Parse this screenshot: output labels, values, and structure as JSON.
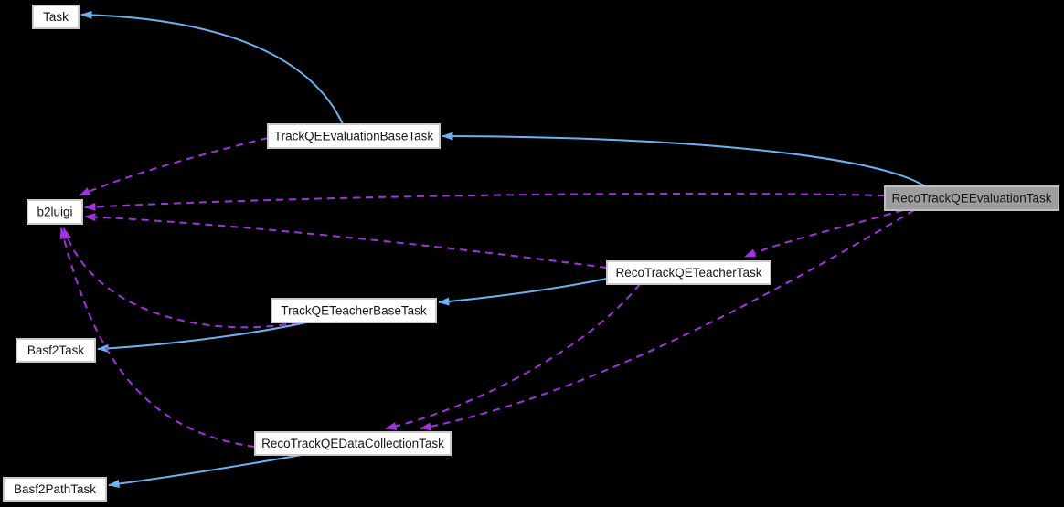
{
  "diagram": {
    "kind": "class-collaboration-graph",
    "background_color": "#000000",
    "colors": {
      "inheritance_edge": "#6cb2f3",
      "usage_edge": "#a033dd",
      "node_fill": "#ffffff",
      "node_border": "#c9c9c9",
      "highlighted_node_fill": "#9e9e9e",
      "node_text": "#161616"
    },
    "nodes": [
      {
        "id": "task",
        "label": "Task",
        "highlighted": false
      },
      {
        "id": "track-qe-evaluation-base-task",
        "label": "TrackQEEvaluationBaseTask",
        "highlighted": false
      },
      {
        "id": "b2luigi",
        "label": "b2luigi",
        "highlighted": false
      },
      {
        "id": "reco-track-qe-evaluation-task",
        "label": "RecoTrackQEEvaluationTask",
        "highlighted": true
      },
      {
        "id": "reco-track-qe-teacher-task",
        "label": "RecoTrackQETeacherTask",
        "highlighted": false
      },
      {
        "id": "track-qe-teacher-base-task",
        "label": "TrackQETeacherBaseTask",
        "highlighted": false
      },
      {
        "id": "basf2-task",
        "label": "Basf2Task",
        "highlighted": false
      },
      {
        "id": "reco-track-qe-data-collection-task",
        "label": "RecoTrackQEDataCollectionTask",
        "highlighted": false
      },
      {
        "id": "basf2-path-task",
        "label": "Basf2PathTask",
        "highlighted": false
      }
    ],
    "edges": [
      {
        "from": "TrackQEEvaluationBaseTask",
        "to": "Task",
        "type": "inheritance"
      },
      {
        "from": "RecoTrackQEEvaluationTask",
        "to": "TrackQEEvaluationBaseTask",
        "type": "inheritance"
      },
      {
        "from": "RecoTrackQETeacherTask",
        "to": "TrackQETeacherBaseTask",
        "type": "inheritance"
      },
      {
        "from": "TrackQETeacherBaseTask",
        "to": "Basf2Task",
        "type": "inheritance"
      },
      {
        "from": "RecoTrackQEDataCollectionTask",
        "to": "Basf2PathTask",
        "type": "inheritance"
      },
      {
        "from": "TrackQEEvaluationBaseTask",
        "to": "b2luigi",
        "type": "usage"
      },
      {
        "from": "RecoTrackQEEvaluationTask",
        "to": "b2luigi",
        "type": "usage"
      },
      {
        "from": "RecoTrackQETeacherTask",
        "to": "b2luigi",
        "type": "usage"
      },
      {
        "from": "TrackQETeacherBaseTask",
        "to": "b2luigi",
        "type": "usage"
      },
      {
        "from": "RecoTrackQEDataCollectionTask",
        "to": "b2luigi",
        "type": "usage"
      },
      {
        "from": "RecoTrackQEEvaluationTask",
        "to": "RecoTrackQETeacherTask",
        "type": "usage"
      },
      {
        "from": "RecoTrackQEEvaluationTask",
        "to": "RecoTrackQEDataCollectionTask",
        "type": "usage"
      },
      {
        "from": "RecoTrackQETeacherTask",
        "to": "RecoTrackQEDataCollectionTask",
        "type": "usage"
      }
    ]
  }
}
